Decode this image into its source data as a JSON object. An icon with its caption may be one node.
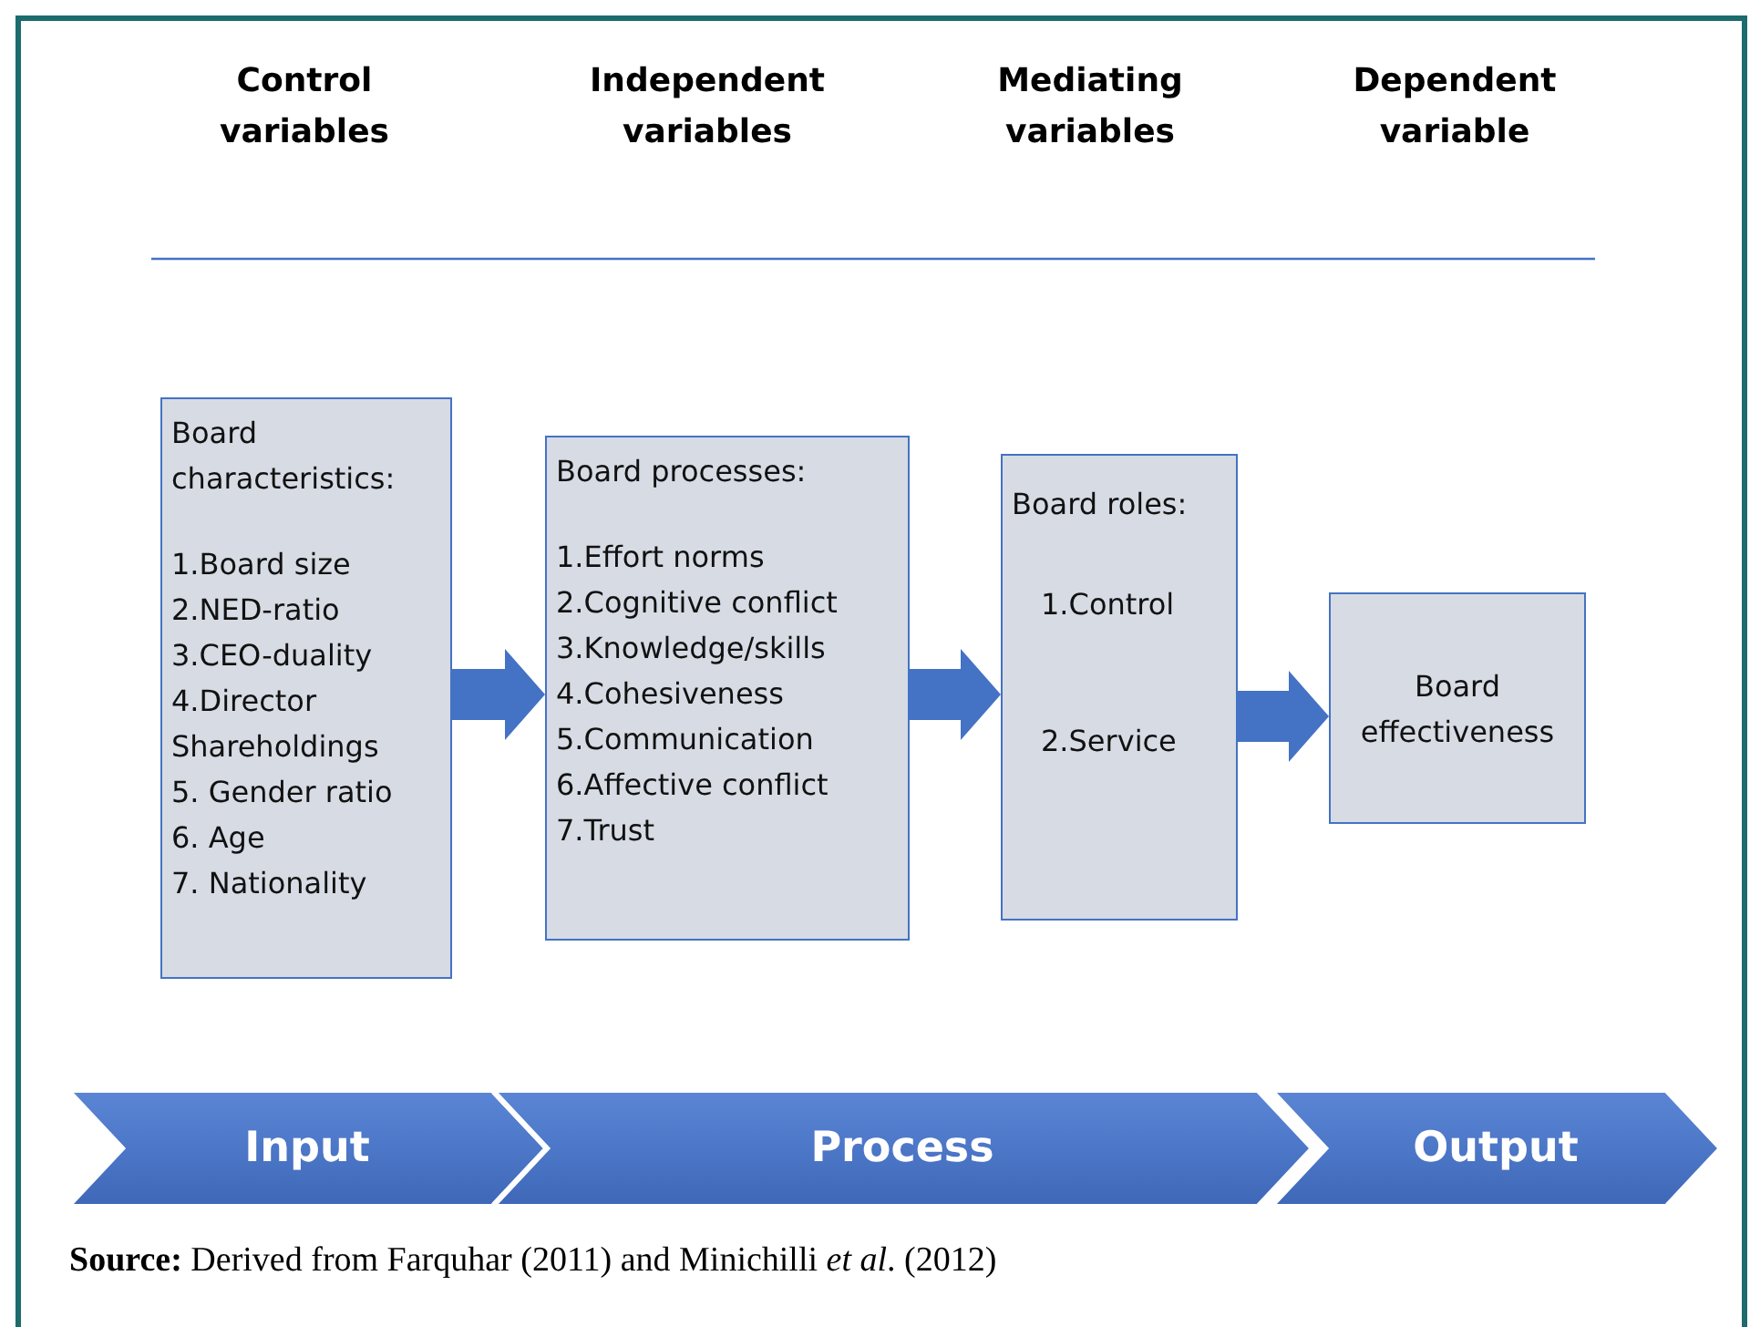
{
  "diagram": {
    "caption": "**Source:** Derived from Farquhar (2011) and Minichilli *et al*. (2012)",
    "nodes": [
      {
        "text": [
          "Board characteristics:",
          "1.Board size",
          "2.NED-ratio",
          "3.CEO-duality",
          "4.Director Shareholdings",
          "5. Gender ratio",
          "6. Age",
          "7. Nationality"
        ]
      },
      {
        "text": [
          "Board processes:",
          "1.Effort norms",
          "2.Cognitive conflict",
          "3.Knowledge/skills",
          "4.Cohesiveness",
          "5.Communication",
          "6.Affective conflict",
          "7.Trust"
        ]
      },
      {
        "text": [
          "Board roles:",
          "1.Control",
          "2.Service"
        ]
      },
      {
        "text": [
          "Board effectiveness"
        ]
      },
      {
        "text": [
          "Input"
        ]
      },
      {
        "text": [
          "Process"
        ]
      },
      {
        "text": [
          "Output"
        ]
      }
    ],
    "edges": [
      {
        "from": 0,
        "to": 1,
        "arrow": "to"
      },
      {
        "from": 1,
        "to": 2,
        "arrow": "to"
      },
      {
        "from": 2,
        "to": 3,
        "arrow": "to"
      }
    ],
    "labels": [
      "Control variables",
      "Independent variables",
      "Mediating variables",
      "Dependent variable"
    ]
  }
}
